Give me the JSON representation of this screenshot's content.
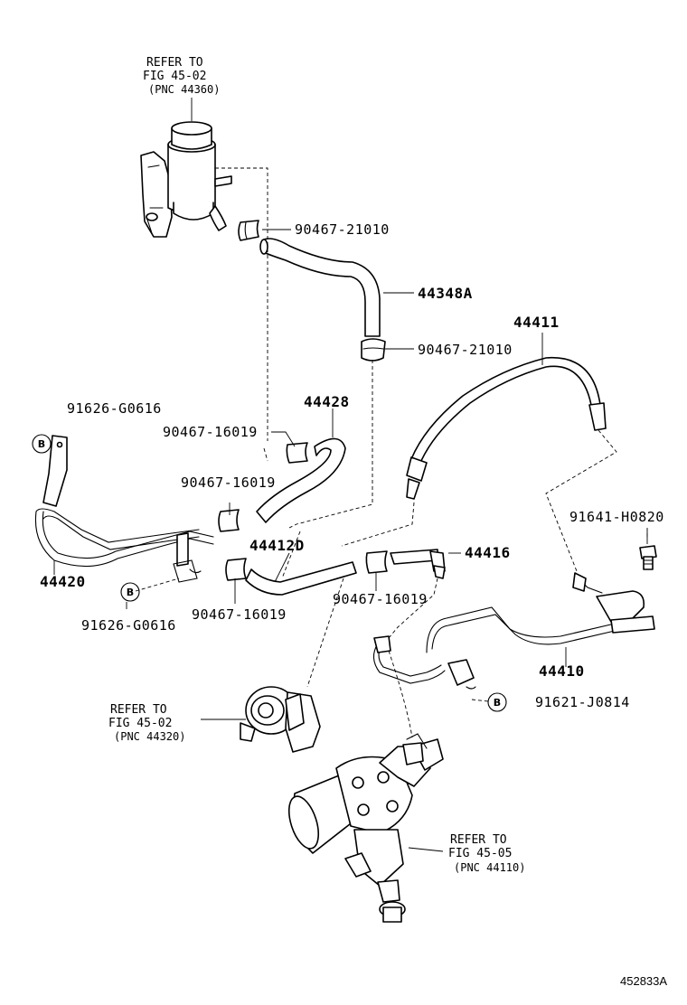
{
  "labels": {
    "p44348A": "44348A",
    "p90467_21010_a": "90467-21010",
    "p90467_21010_b": "90467-21010",
    "p44411": "44411",
    "p44428": "44428",
    "p91626_G0616_a": "91626-G0616",
    "p90467_16019_a": "90467-16019",
    "p90467_16019_b": "90467-16019",
    "p44412D": "44412D",
    "p44416": "44416",
    "p44420": "44420",
    "p90467_16019_c": "90467-16019",
    "p90467_16019_d": "90467-16019",
    "p91626_G0616_b": "91626-G0616",
    "p91641_H0820": "91641-H0820",
    "p44410": "44410",
    "p91621_J0814": "91621-J0814"
  },
  "refs": {
    "reservoir": {
      "line1": "REFER TO",
      "line2": "FIG 45-02",
      "line3": "(PNC 44360)"
    },
    "pump": {
      "line1": "REFER TO",
      "line2": "FIG 45-02",
      "line3": "(PNC 44320)"
    },
    "gear": {
      "line1": "REFER TO",
      "line2": "FIG 45-05",
      "line3": "(PNC 44110)"
    }
  },
  "markers": {
    "b": "B"
  },
  "diagram_id": "452833A"
}
